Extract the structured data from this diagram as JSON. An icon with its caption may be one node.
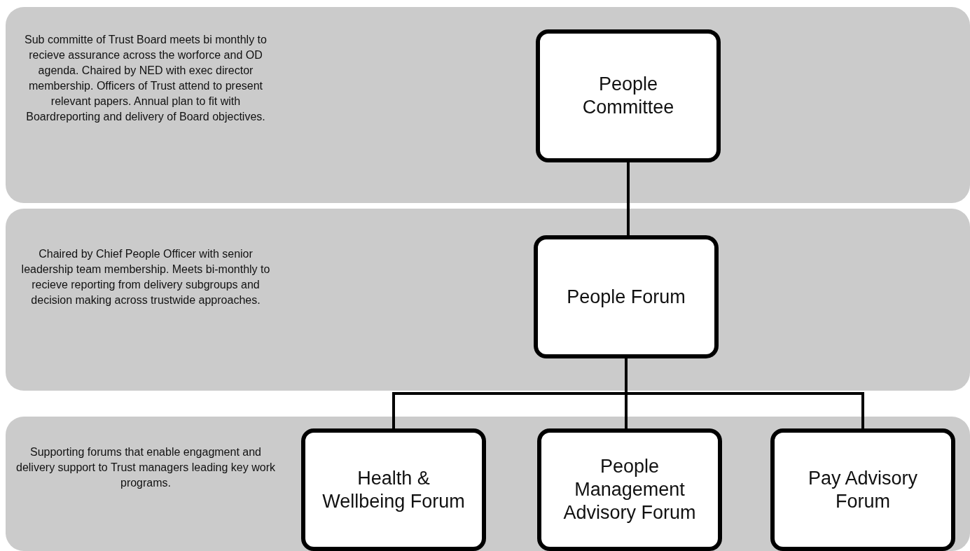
{
  "diagram": {
    "nodes": [
      {
        "text": [
          "Sub committe of Trust Board meets bi monthly to recieve assurance across the worforce and OD agenda. Chaired by NED with exec director membership. Officers of Trust attend to present relevant papers. Annual plan to fit with Boardreporting and delivery of Board objectives."
        ]
      },
      {
        "text": [
          "People Committee"
        ],
        "in": 0
      },
      {
        "text": [
          "Chaired by Chief People Officer with senior leadership team membership. Meets bi-monthly to recieve reporting from delivery subgroups and decision making across trustwide approaches."
        ]
      },
      {
        "text": [
          "People Forum"
        ],
        "in": 2
      },
      {
        "text": [
          "Supporting forums that enable engagment and delivery support to Trust managers leading key work programs."
        ]
      },
      {
        "text": [
          "Health & Wellbeing Forum"
        ],
        "in": 4
      },
      {
        "text": [
          "People Management Advisory Forum"
        ],
        "in": 4
      },
      {
        "text": [
          "Pay Advisory Forum"
        ],
        "in": 4
      }
    ],
    "edges": [
      {
        "from": 1,
        "to": 3,
        "arrow": "none"
      },
      {
        "from": 3,
        "to": 5,
        "arrow": "none"
      },
      {
        "from": 3,
        "to": 6,
        "arrow": "none"
      },
      {
        "from": 3,
        "to": 7,
        "arrow": "none"
      }
    ]
  }
}
